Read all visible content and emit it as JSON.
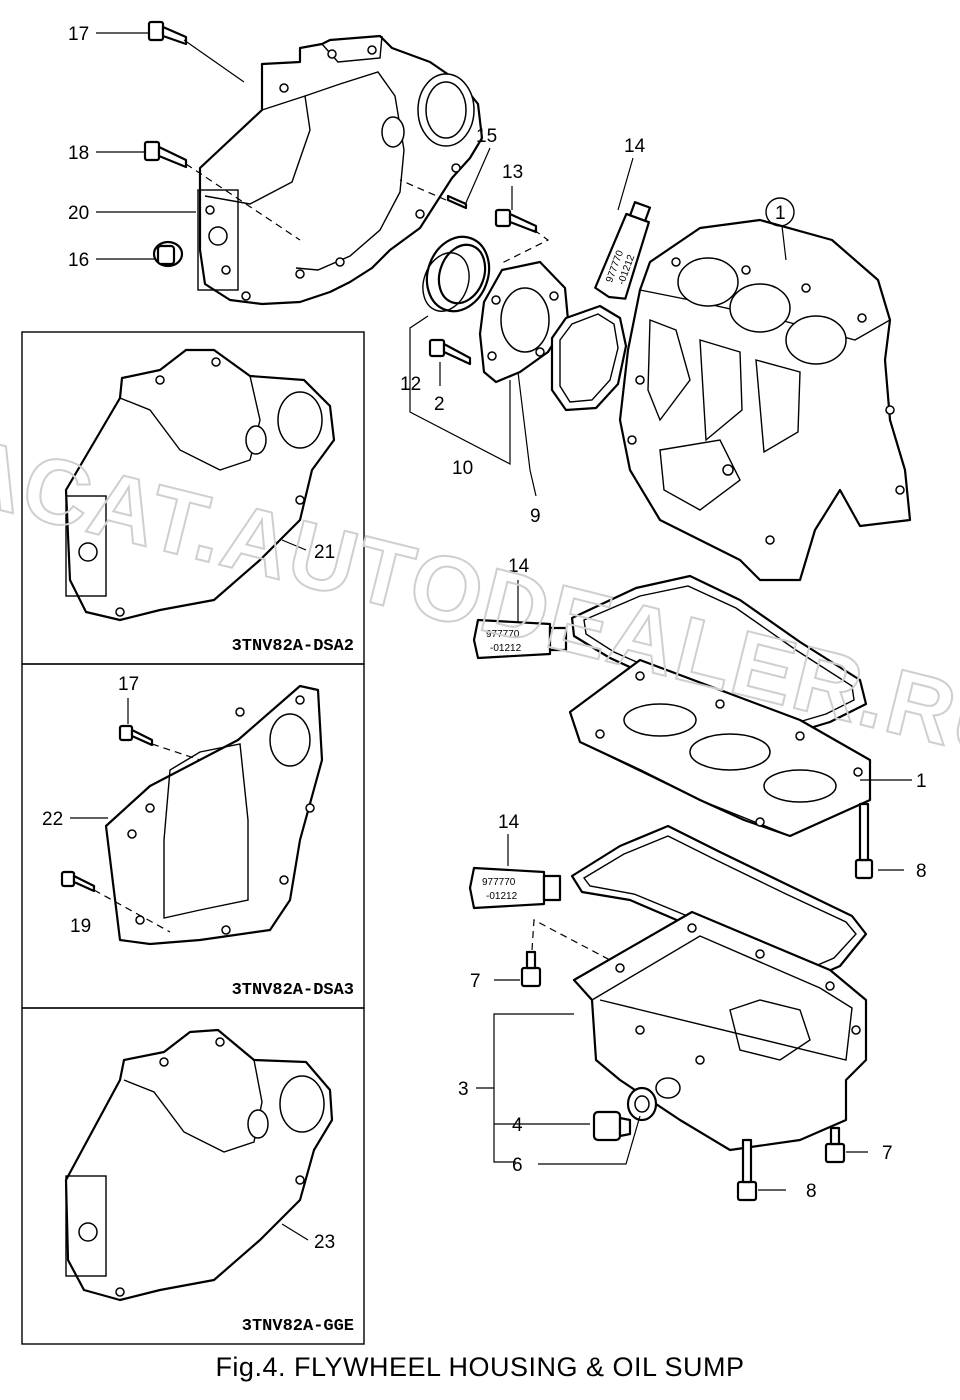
{
  "caption": "Fig.4.  FLYWHEEL HOUSING & OIL SUMP",
  "watermark": "ACAT.AUTODEALER.RU",
  "boxes": [
    {
      "title": "3TNV82A-DSA2"
    },
    {
      "title": "3TNV82A-DSA3"
    },
    {
      "title": "3TNV82A-GGE"
    }
  ],
  "sealant_tube": {
    "line1": "977770",
    "line2": "-01212"
  },
  "callouts": [
    "17",
    "18",
    "20",
    "16",
    "15",
    "13",
    "14",
    "1",
    "12",
    "2",
    "10",
    "9",
    "21",
    "14",
    "1",
    "8",
    "17",
    "22",
    "19",
    "14",
    "7",
    "3",
    "4",
    "6",
    "7",
    "8",
    "23"
  ],
  "colors": {
    "line": "#000000",
    "background": "#ffffff",
    "watermark": "#cfcfcf"
  }
}
